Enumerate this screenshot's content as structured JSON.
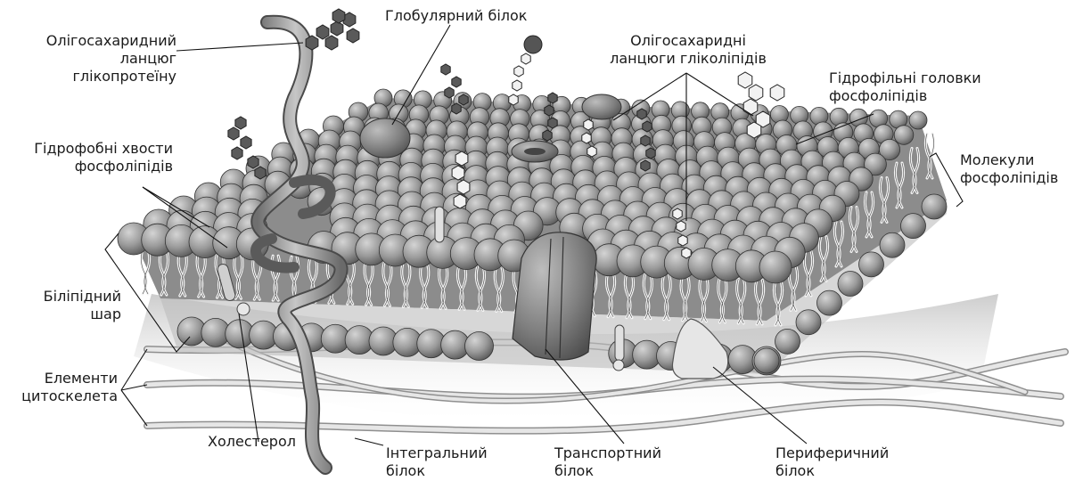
{
  "labels": {
    "glycoprotein_chain": [
      "Олігосахаридний",
      "ланцюг",
      "глікопротеїну"
    ],
    "globular_protein": [
      "Глобулярний білок"
    ],
    "glycolipid_chains": [
      "Олігосахаридні",
      "ланцюги гліколіпідів"
    ],
    "hydrophilic_heads": [
      "Гідрофільні головки",
      "фосфоліпідів"
    ],
    "hydrophobic_tails": [
      "Гідрофобні хвости",
      "фосфоліпідів"
    ],
    "phospholipid_molecules": [
      "Молекули",
      "фосфоліпідів"
    ],
    "bilayer": [
      "Біліпідний",
      "шар"
    ],
    "cytoskeleton": [
      "Елементи",
      "цитоскелета"
    ],
    "cholesterol": [
      "Холестерол"
    ],
    "integral_protein": [
      "Інтегральний",
      "білок"
    ],
    "transport_protein": [
      "Транспортний",
      "білок"
    ],
    "peripheral_protein": [
      "Периферичний",
      "білок"
    ]
  },
  "colors": {
    "head": "#9a9a9a",
    "head_dark": "#5e5e5e",
    "protein": "#7d7d7d",
    "fiber": "#d8d8d8",
    "sugar": "#4a4a4a",
    "sugar_light": "#f2f2f2"
  }
}
